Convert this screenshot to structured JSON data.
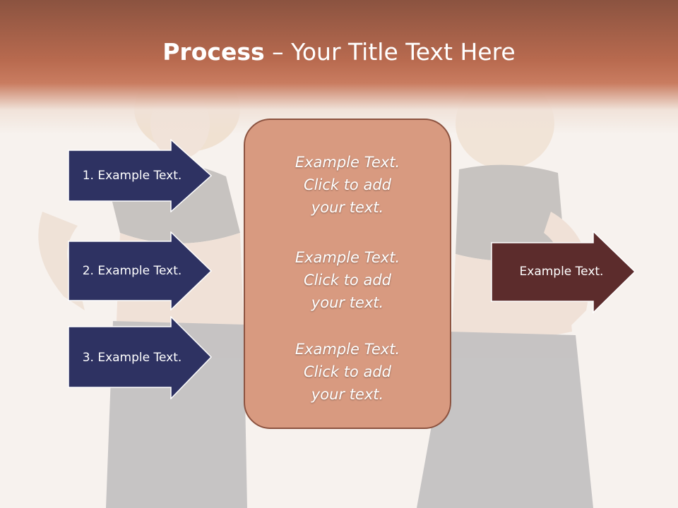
{
  "slide": {
    "title_bold": "Process",
    "title_rest": " – Your Title Text Here"
  },
  "left_arrows": [
    {
      "label": "1. Example Text."
    },
    {
      "label": "2. Example Text."
    },
    {
      "label": "3. Example Text."
    }
  ],
  "center_box": {
    "paragraphs": [
      {
        "lines": [
          "Example Text.",
          "Click  to add",
          "your text."
        ]
      },
      {
        "lines": [
          "Example Text.",
          "Click  to add",
          "your text."
        ]
      },
      {
        "lines": [
          "Example Text.",
          "Click  to add",
          "your text."
        ]
      }
    ]
  },
  "right_arrow": {
    "label": "Example Text."
  },
  "colors": {
    "header": "#b86a4f",
    "left_arrow_fill": "#2e3262",
    "center_box_fill": "#d89a80",
    "right_arrow_fill": "#5c2c2c"
  },
  "icons": [
    "arrow-right-shape"
  ]
}
